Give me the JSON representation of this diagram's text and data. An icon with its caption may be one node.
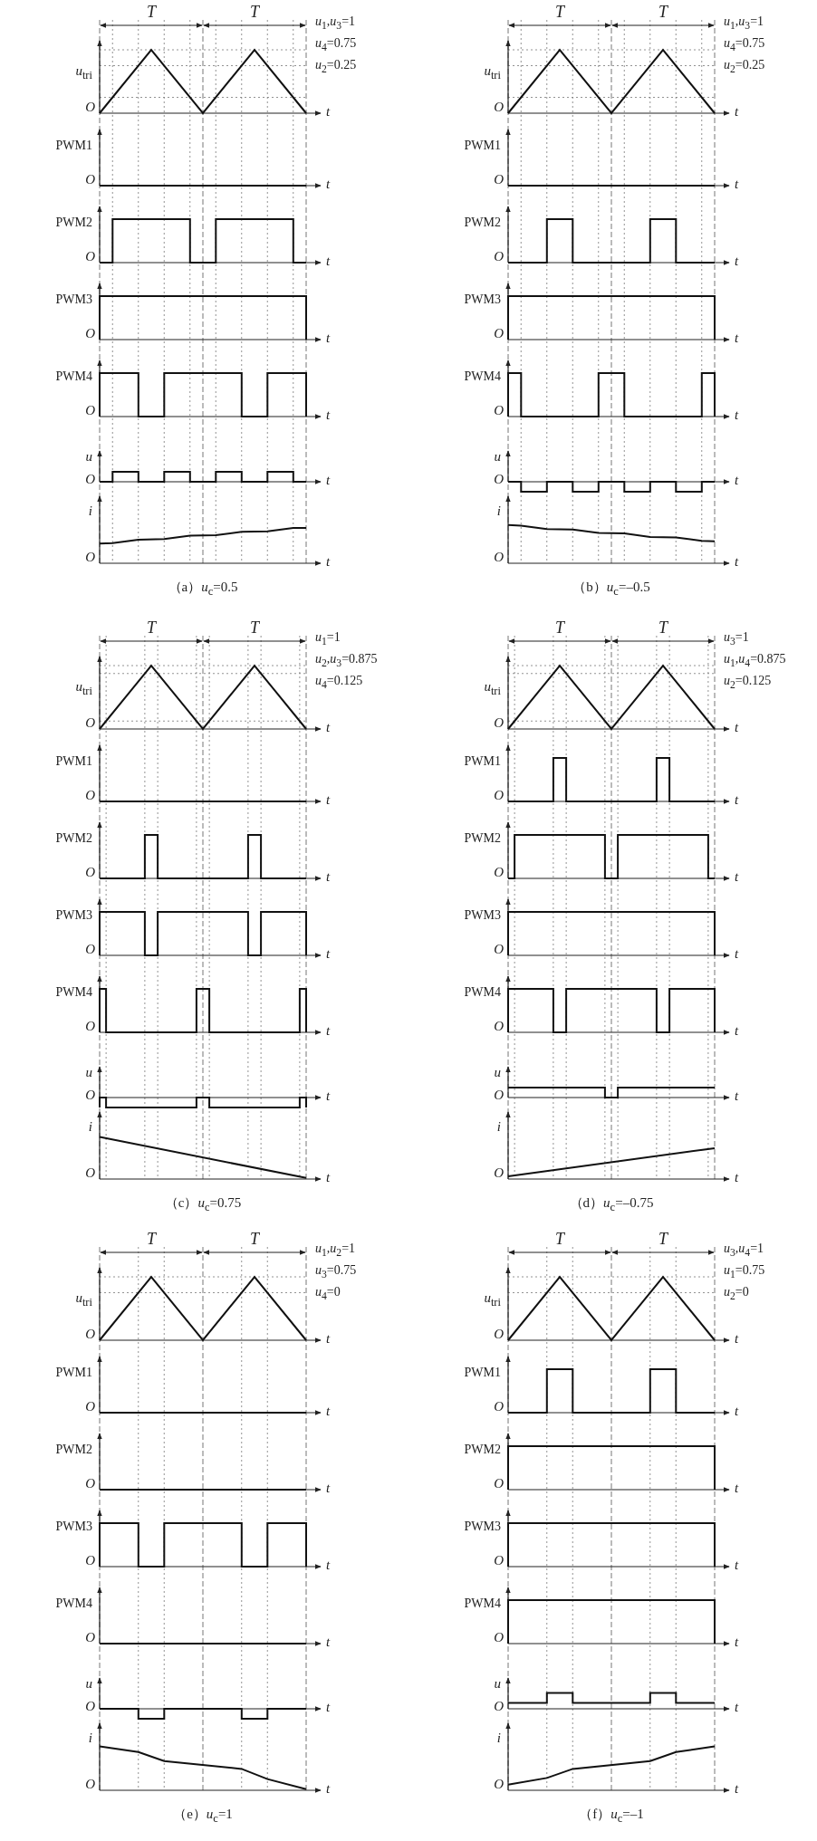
{
  "diagram": {
    "labels": [
      "T",
      "T",
      "*u*$_{1}$,*u*$_{3}$=1",
      "*u*$_{4}$=0.75",
      "*u*$_{2}$=0.25",
      "*u*$_{tri}$",
      "O",
      "t",
      "PWM1",
      "O",
      "t",
      "PWM2",
      "O",
      "t",
      "PWM3",
      "O",
      "t",
      "PWM4",
      "O",
      "t",
      "u",
      "O",
      "t",
      "i",
      "O",
      "t",
      "（a）*u*$_{c}$=0.5",
      "T",
      "T",
      "*u*$_{1}$,*u*$_{3}$=1",
      "*u*$_{4}$=0.75",
      "*u*$_{2}$=0.25",
      "*u*$_{tri}$",
      "O",
      "t",
      "PWM1",
      "O",
      "t",
      "PWM2",
      "O",
      "t",
      "PWM3",
      "O",
      "t",
      "PWM4",
      "O",
      "t",
      "u",
      "O",
      "t",
      "i",
      "O",
      "t",
      "（b）*u*$_{c}$=–0.5",
      "T",
      "T",
      "*u*$_{1}$=1",
      "*u*$_{2}$,*u*$_{3}$=0.875",
      "*u*$_{4}$=0.125",
      "*u*$_{tri}$",
      "O",
      "t",
      "PWM1",
      "O",
      "t",
      "PWM2",
      "O",
      "t",
      "PWM3",
      "O",
      "t",
      "PWM4",
      "O",
      "t",
      "u",
      "O",
      "t",
      "i",
      "O",
      "t",
      "（c）*u*$_{c}$=0.75",
      "T",
      "T",
      "*u*$_{3}$=1",
      "*u*$_{1}$,*u*$_{4}$=0.875",
      "*u*$_{2}$=0.125",
      "*u*$_{tri}$",
      "O",
      "t",
      "PWM1",
      "O",
      "t",
      "PWM2",
      "O",
      "t",
      "PWM3",
      "O",
      "t",
      "PWM4",
      "O",
      "t",
      "u",
      "O",
      "t",
      "i",
      "O",
      "t",
      "（d）*u*$_{c}$=–0.75",
      "T",
      "T",
      "*u*$_{1}$,*u*$_{2}$=1",
      "*u*$_{3}$=0.75",
      "*u*$_{4}$=0",
      "*u*$_{tri}$",
      "O",
      "t",
      "PWM1",
      "O",
      "t",
      "PWM2",
      "O",
      "t",
      "PWM3",
      "O",
      "t",
      "PWM4",
      "O",
      "t",
      "u",
      "O",
      "t",
      "i",
      "O",
      "t",
      "（e）*u*$_{c}$=1",
      "T",
      "T",
      "*u*$_{3}$,*u*$_{4}$=1",
      "*u*$_{1}$=0.75",
      "*u*$_{2}$=0",
      "*u*$_{tri}$",
      "O",
      "t",
      "PWM1",
      "O",
      "t",
      "PWM2",
      "O",
      "t",
      "PWM3",
      "O",
      "t",
      "PWM4",
      "O",
      "t",
      "u",
      "O",
      "t",
      "i",
      "O",
      "t",
      "（f）*u*$_{c}$=–1"
    ]
  }
}
